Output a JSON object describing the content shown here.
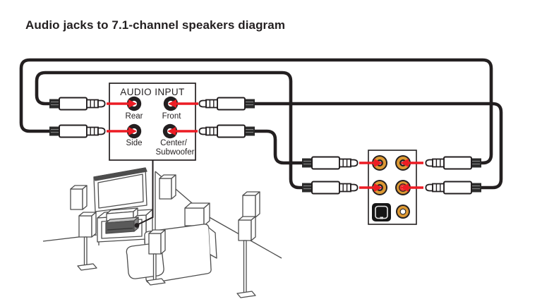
{
  "title": "Audio jacks to 7.1-channel speakers diagram",
  "audio_input_panel": {
    "label": "AUDIO INPUT",
    "jacks": {
      "rear": {
        "label": "Rear"
      },
      "front": {
        "label": "Front"
      },
      "side": {
        "label": "Side"
      },
      "center_subwoofer": {
        "label_line1": "Center/",
        "label_line2": "Subwoofer"
      }
    }
  },
  "back_panel": {
    "analog_jacks": [
      {
        "position": "top-left",
        "ring_color": "gold"
      },
      {
        "position": "top-right",
        "ring_color": "gold"
      },
      {
        "position": "bottom-left",
        "ring_color": "gold"
      },
      {
        "position": "bottom-right",
        "ring_color": "red"
      }
    ],
    "optical_port": {
      "type": "optical-spdif"
    },
    "coaxial_jack": {
      "ring_color": "gold"
    }
  },
  "cables": [
    {
      "from": "Side jack",
      "to": "back panel top-right jack"
    },
    {
      "from": "Rear jack",
      "to": "back panel bottom-left jack"
    },
    {
      "from": "Front jack",
      "to": "back panel bottom-right jack"
    },
    {
      "from": "Center/Subwoofer jack",
      "to": "back panel top-left jack"
    }
  ],
  "room": {
    "items": [
      "tv",
      "center-speaker",
      "tv-console",
      "av-receiver",
      "front-left-speaker",
      "front-right-speaker",
      "side-left-speaker",
      "rear-left-speaker",
      "rear-right-speaker",
      "side-right-speaker",
      "subwoofer",
      "couch"
    ]
  },
  "colors": {
    "cable_black": "#231f20",
    "arrow_red": "#ec1c24",
    "jack_gold": "#dd9933",
    "jack_red": "#e8352f",
    "room_line": "#4d4d4d"
  }
}
